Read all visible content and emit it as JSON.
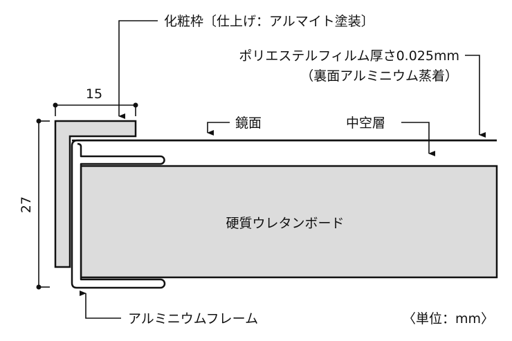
{
  "labels": {
    "decorative_frame": "化粧枠〔仕上げ：アルマイト塗装〕",
    "film_line1": "ポリエステルフィルム厚さ0.025mm",
    "film_line2": "（裏面アルミニウム蒸着）",
    "mirror_surface": "鏡面",
    "hollow_layer": "中空層",
    "board": "硬質ウレタンボード",
    "aluminum_frame": "アルミニウムフレーム",
    "unit": "〈単位：mm〉"
  },
  "dimensions": {
    "width": "15",
    "height": "27"
  },
  "colors": {
    "fill": "#dcdcdc",
    "line": "#111111"
  }
}
